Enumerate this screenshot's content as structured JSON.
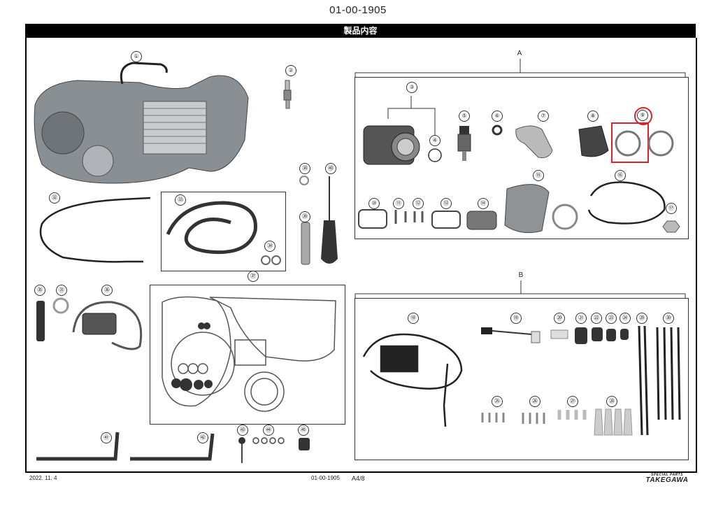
{
  "document": {
    "code": "01-00-1905",
    "banner": "製品内容"
  },
  "sections": {
    "a": "A",
    "b": "B"
  },
  "parts": [
    "①",
    "②",
    "③",
    "④",
    "⑤",
    "⑥",
    "⑦",
    "⑧",
    "⑨",
    "⑩",
    "⑪",
    "⑫",
    "⑬",
    "⑭",
    "⑮",
    "⑯",
    "⑰",
    "⑱",
    "⑲",
    "⑳",
    "㉑",
    "㉒",
    "㉓",
    "㉔",
    "㉕",
    "㉖",
    "㉗",
    "㉘",
    "㉙",
    "㉚",
    "㉛",
    "㉜",
    "㉝",
    "㉞",
    "㉟",
    "㊱",
    "㊲",
    "㊳",
    "㊴",
    "㊵",
    "㊶",
    "㊷",
    "㊸",
    "㊹",
    "㊺"
  ],
  "highlight": {
    "part": "⑨",
    "color": "#d8232a"
  },
  "footer": {
    "date": "2022. 11. 4",
    "code": "01-00-1905",
    "page": "A4/8"
  },
  "brand": {
    "tagline": "SPECIAL PARTS",
    "name": "TAKEGAWA"
  }
}
